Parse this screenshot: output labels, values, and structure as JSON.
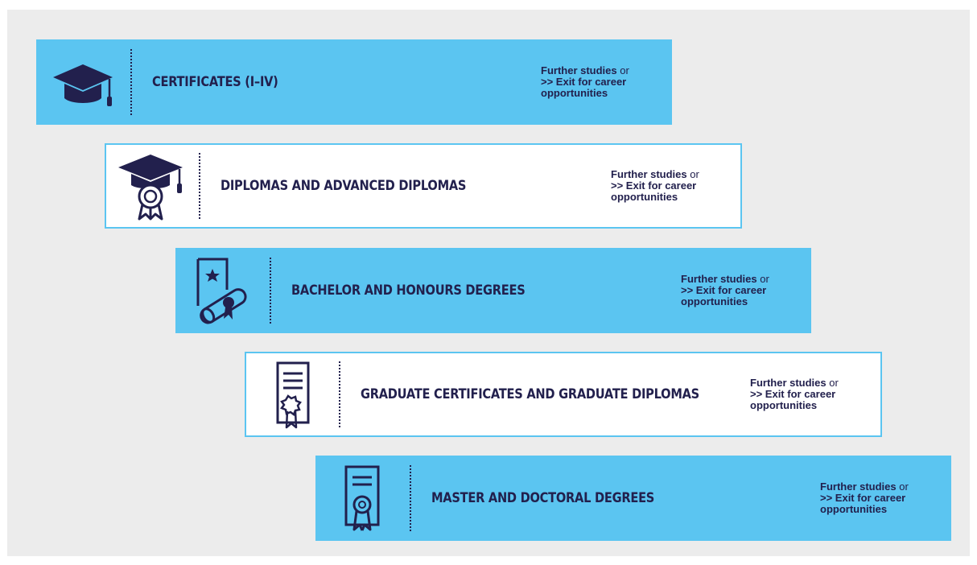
{
  "colors": {
    "background_panel": "#ececec",
    "accent_blue": "#5bc5f1",
    "navy": "#22204d",
    "white": "#ffffff"
  },
  "steps": [
    {
      "title": "CERTIFICATES (I–IV)",
      "icon": "graduation-cap-icon",
      "style": "blue",
      "note_bold": "Further studies",
      "note_or": " or",
      "note_exit": ">> Exit for career opportunities"
    },
    {
      "title": "DIPLOMAS AND ADVANCED DIPLOMAS",
      "icon": "cap-with-rosette-icon",
      "style": "white",
      "note_bold": "Further studies",
      "note_or": " or",
      "note_exit": ">> Exit for career opportunities"
    },
    {
      "title": "BACHELOR AND HONOURS DEGREES",
      "icon": "diploma-scroll-icon",
      "style": "blue",
      "note_bold": "Further studies",
      "note_or": " or",
      "note_exit": ">> Exit for career opportunities"
    },
    {
      "title": "GRADUATE CERTIFICATES AND GRADUATE DIPLOMAS",
      "icon": "certificate-document-icon",
      "style": "white",
      "note_bold": "Further studies",
      "note_or": " or",
      "note_exit": ">> Exit for career opportunities"
    },
    {
      "title": "MASTER AND DOCTORAL DEGREES",
      "icon": "award-document-icon",
      "style": "blue",
      "note_bold": "Further studies",
      "note_or": " or",
      "note_exit": ">> Exit for career opportunities"
    }
  ]
}
